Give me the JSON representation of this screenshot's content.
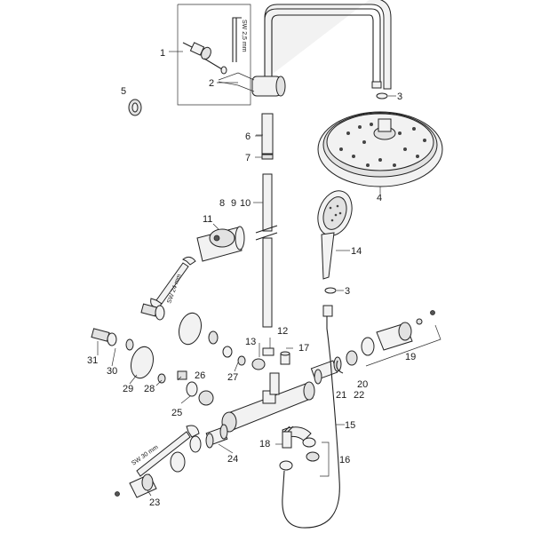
{
  "diagram": {
    "labels": {
      "l1": "1",
      "l2": "2",
      "l3a": "3",
      "l3b": "3",
      "l4": "4",
      "l5": "5",
      "l6": "6",
      "l7": "7",
      "l8": "8",
      "l9": "9",
      "l10": "10",
      "l11": "11",
      "l12": "12",
      "l13": "13",
      "l14": "14",
      "l15": "15",
      "l16": "16",
      "l17": "17",
      "l18": "18",
      "l19": "19",
      "l20": "20",
      "l21": "21",
      "l22": "22",
      "l23": "23",
      "l24": "24",
      "l25": "25",
      "l26": "26",
      "l27": "27",
      "l28": "28",
      "l29": "29",
      "l30": "30",
      "l31": "31"
    },
    "tool_labels": {
      "allen_key": "SW 2,5 mm",
      "wrench_24": "SW 24 mm",
      "wrench_30": "SW 30 mm"
    }
  }
}
